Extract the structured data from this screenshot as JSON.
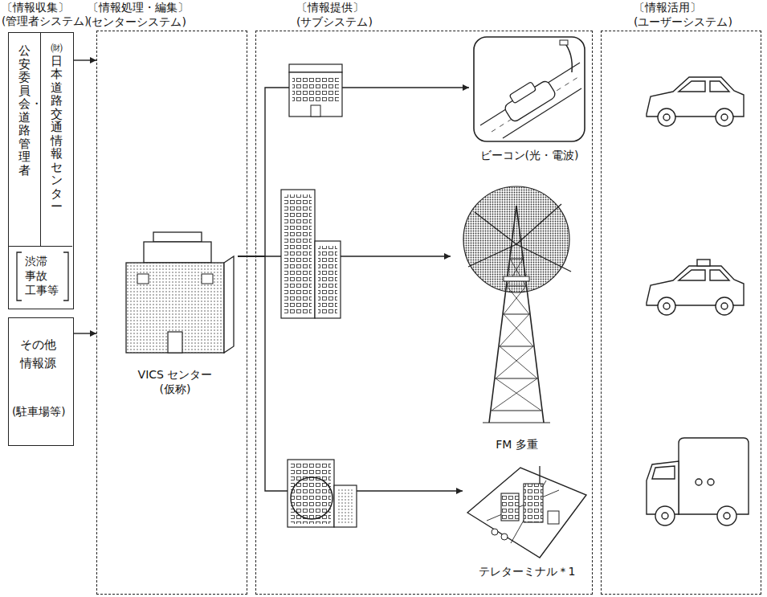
{
  "diagram": {
    "nodes": [
      {
        "text": [
          "渋滞 事故 工事等"
        ]
      },
      {
        "text": [
          "公安委員会・道路管理者"
        ],
        "in": 0
      },
      {
        "text": [
          "㈶日本道路交通情報センター"
        ],
        "in": 0
      },
      {
        "text": [
          "その他 情報源",
          "(駐車場等)"
        ]
      },
      {
        "text": [
          "〔情報処理・編集〕 (センターシステム)"
        ]
      },
      {
        "text": [
          "VICS センター (仮称)"
        ],
        "in": 4
      },
      {
        "text": [
          "〔情報提供〕 (サブシステム)"
        ]
      },
      {
        "text": [
          "ビーコン(光・電波)"
        ],
        "in": 6
      },
      {
        "text": [
          "FM 多重"
        ],
        "in": 6
      },
      {
        "text": [
          "テレターミナル＊1"
        ],
        "in": 6
      },
      {
        "text": [
          "〔情報活用〕 (ユーザーシステム)"
        ]
      }
    ],
    "edges": [
      {
        "from": 0,
        "to": 4,
        "arrow": "to"
      },
      {
        "from": 3,
        "to": 4,
        "arrow": "to"
      },
      {
        "from": 5,
        "to": 7,
        "arrow": "to"
      },
      {
        "from": 5,
        "to": 8,
        "arrow": "to"
      },
      {
        "from": 5,
        "to": 9,
        "arrow": "to"
      }
    ],
    "labels": [
      "〔情報収集〕 (管理者システム)"
    ]
  }
}
